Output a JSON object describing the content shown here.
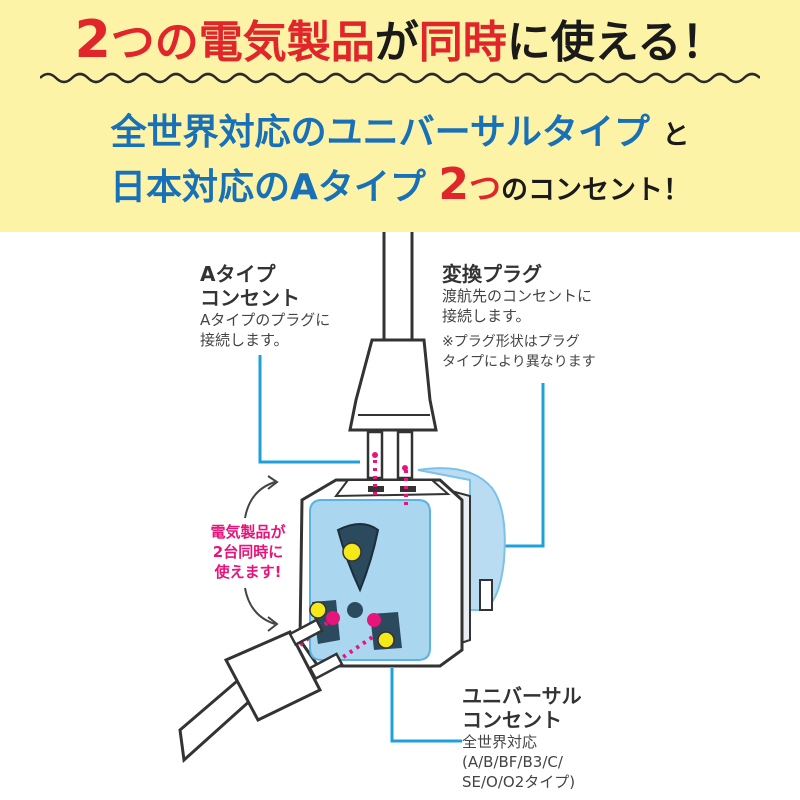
{
  "headline": {
    "prefix_num": "2",
    "part1": "つの",
    "part2": "電気製品",
    "part3": "が",
    "part4": "同時",
    "part5": "に",
    "part6": "使える！"
  },
  "subhead": {
    "line1_main": "全世界対応のユニバーサルタイプ",
    "line1_suffix": "と",
    "line2_main": "日本対応のAタイプ",
    "line2_num": "2",
    "line2_tsu": "つ",
    "line2_suffix": "のコンセント！"
  },
  "labels": {
    "a_type": {
      "title1": "Aタイプ",
      "title2": "コンセント",
      "desc1": "Aタイプのプラグに",
      "desc2": "接続します。"
    },
    "converter": {
      "title": "変換プラグ",
      "desc1": "渡航先のコンセントに",
      "desc2": "接続します。",
      "note1": "※プラグ形状はプラグ",
      "note2": "タイプにより異なります"
    },
    "universal": {
      "title1": "ユニバーサル",
      "title2": "コンセント",
      "desc1": "全世界対応",
      "desc2": "(A/B/BF/B3/C/",
      "desc3": "SE/O/O2タイプ)"
    },
    "simultaneous": {
      "line1": "電気製品が",
      "line2": "2台同時に",
      "line3": "使えます!"
    }
  },
  "colors": {
    "banner": "#fdf3a6",
    "accent_red": "#e0262b",
    "accent_blue": "#1770b8",
    "leader_line": "#1ea0dc",
    "dot_pink": "#e6147b",
    "pin_yellow": "#f5e91a"
  }
}
